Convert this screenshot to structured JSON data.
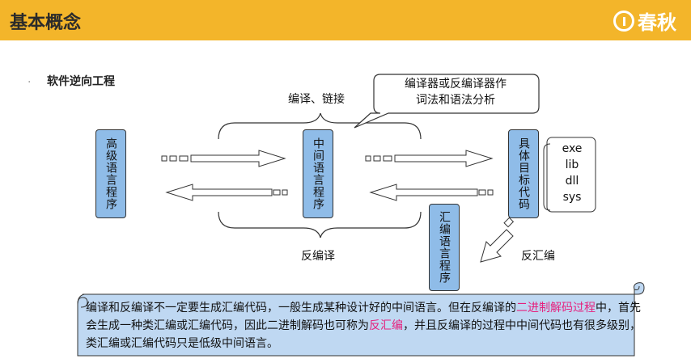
{
  "header": {
    "title": "基本概念",
    "brand": "春秋",
    "color": "#f3b52a"
  },
  "section": {
    "bullet": "·",
    "title": "软件逆向工程"
  },
  "boxes": {
    "high_level": "高级语言程序",
    "intermediate": "中间语言程序",
    "target": "具体目标代码",
    "assembly": "汇编语言程序"
  },
  "labels": {
    "compile_link": "编译、链接",
    "decompile": "反编译",
    "disassemble": "反汇编"
  },
  "callout": {
    "line1": "编译器或反编译器作",
    "line2": "词法和语法分析"
  },
  "targets": [
    "exe",
    "lib",
    "dll",
    "sys"
  ],
  "note": {
    "part1": "编译和反编译不一定要生成汇编代码，一般生成某种设计好的中间语言。但在反编译的",
    "highlight1": "二进制解码过程",
    "part2": "中，首先会生成一种类汇编或汇编代码，因此二进制解码也可称为",
    "highlight2": "反汇编",
    "part3": "，并且反编译的过程中中间代码也有很多级别，类汇编或汇编代码只是低级中间语言。"
  }
}
